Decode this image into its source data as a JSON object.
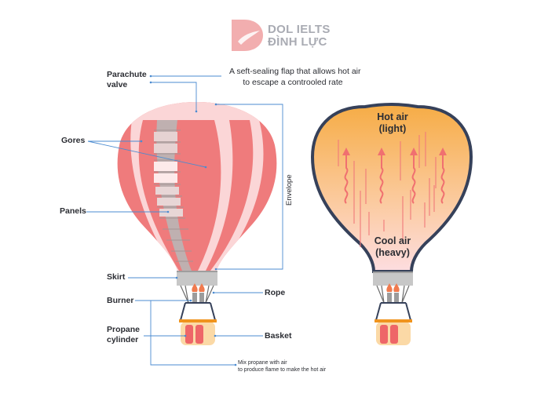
{
  "logo": {
    "line1": "DOL IELTS",
    "line2": "ĐÌNH LỰC",
    "mark_color": "#f0a7a8"
  },
  "colors": {
    "gore_dark": "#ef7b7c",
    "gore_light": "#fbd6d7",
    "panel_gray": "#b9a9a9",
    "panel_light": "#fdeaea",
    "skirt": "#c5c5c5",
    "leader_line": "#4b8bd0",
    "frame": "#36415a",
    "basket": "#fbd9a6",
    "basket_rim": "#f0941e",
    "cylinder": "#ee6668",
    "hot_air_top": "#f6ae4a",
    "cool_air_bottom": "#fdd9dc",
    "heat_arrow": "#f07070"
  },
  "labels": {
    "parachute_valve": "Parachute\nvalve",
    "parachute_line1": "Parachute",
    "parachute_line2": "valve",
    "gores": "Gores",
    "panels": "Panels",
    "skirt": "Skirt",
    "burner": "Burner",
    "propane_line1": "Propane",
    "propane_line2": "cylinder",
    "rope": "Rope",
    "basket": "Basket",
    "envelope": "Envelope"
  },
  "notes": {
    "flap_line1": "A seft-sealing flap that allows hot air",
    "flap_line2": "to escape a controoled rate",
    "burner_line1": "Mix propane with air",
    "burner_line2": "to produce flame to make the hot air"
  },
  "right_balloon": {
    "hot_line1": "Hot air",
    "hot_line2": "(light)",
    "cool_line1": "Cool air",
    "cool_line2": "(heavy)"
  }
}
